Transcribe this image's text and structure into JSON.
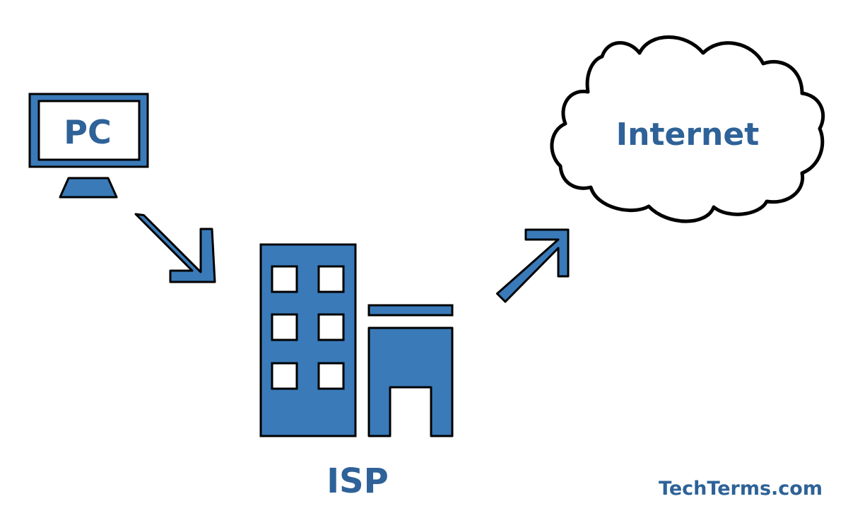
{
  "colors": {
    "primary": "#3a7ab8",
    "text": "#2e6298",
    "outline": "#000000",
    "background": "#ffffff"
  },
  "nodes": {
    "pc": {
      "label": "PC",
      "icon": "monitor-icon"
    },
    "isp": {
      "label": "ISP",
      "icon": "building-icon"
    },
    "internet": {
      "label": "Internet",
      "icon": "cloud-icon"
    }
  },
  "arrows": [
    {
      "from": "pc",
      "to": "isp",
      "icon": "arrow-down-right-icon"
    },
    {
      "from": "isp",
      "to": "internet",
      "icon": "arrow-up-right-icon"
    }
  ],
  "watermark": "TechTerms.com"
}
